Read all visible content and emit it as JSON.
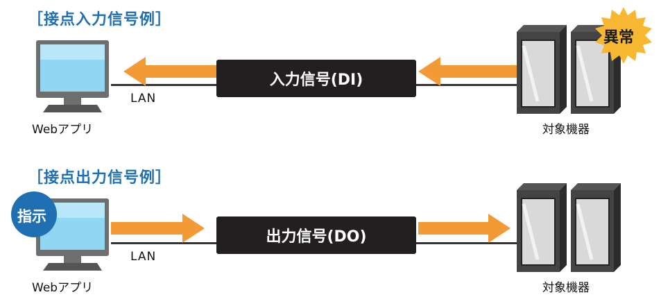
{
  "input_example": {
    "title": "［接点入力信号例］",
    "signal_label": "入力信号(DI)",
    "lan_label": "LAN",
    "computer_label": "Webアプリ",
    "equipment_label": "対象機器",
    "badge_text": "異常"
  },
  "output_example": {
    "title": "［接点出力信号例］",
    "signal_label": "出力信号(DO)",
    "lan_label": "LAN",
    "computer_label": "Webアプリ",
    "equipment_label": "対象機器",
    "badge_text": "指示"
  },
  "colors": {
    "title": "#1f6fb3",
    "arrow": "#f29a35",
    "label_box": "#231f20",
    "badge_star": "#f7b731",
    "badge_circle": "#1f6fb3",
    "screen": "#7fd0f0",
    "monitor_frame": "#6e6e6e",
    "rack_dark": "#3a3a3a"
  }
}
